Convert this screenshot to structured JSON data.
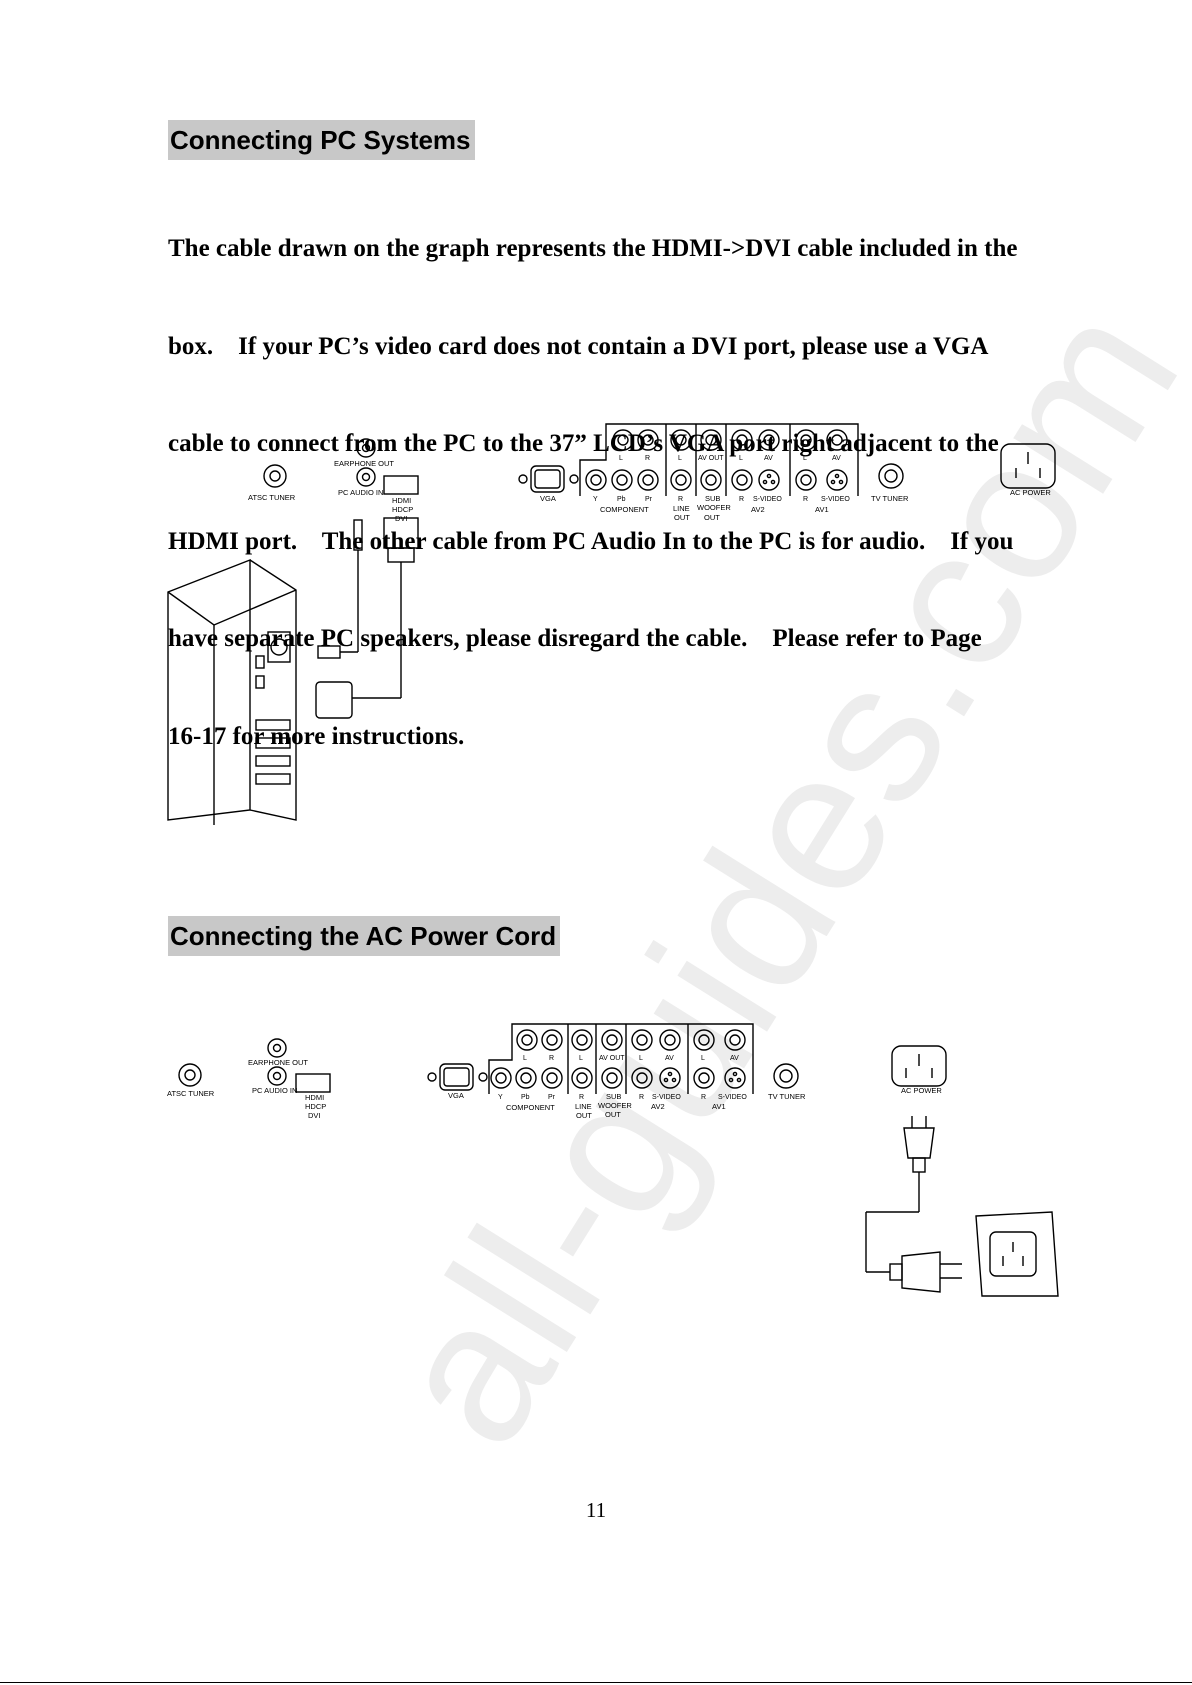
{
  "watermark": "all-guides.com",
  "section1": {
    "heading": "Connecting PC Systems",
    "paragraph_lines": [
      "The cable drawn on the graph represents the HDMI->DVI cable included in the",
      "box.    If your PC’s video card does not contain a DVI port, please use a VGA",
      "cable to connect from the PC to the 37” LCD’s VGA port right adjacent to the",
      "HDMI port.    The other cable from PC Audio In to the PC is for audio.    If you",
      "have separate PC speakers, please disregard the cable.    Please refer to Page",
      "16-17 for more instructions."
    ]
  },
  "section2": {
    "heading": "Connecting the AC Power Cord"
  },
  "panel_labels": {
    "atsc_tuner": "ATSC TUNER",
    "earphone_out": "EARPHONE OUT",
    "pc_audio_in": "PC AUDIO IN",
    "hdmi": "HDMI",
    "hdcp": "HDCP",
    "dvi": "DVI",
    "vga": "VGA",
    "component": "COMPONENT",
    "y": "Y",
    "pb": "Pb",
    "pr": "Pr",
    "l": "L",
    "r": "R",
    "line": "LINE",
    "out": "OUT",
    "av_out": "AV OUT",
    "sub": "SUB",
    "woofer": "WOOFER",
    "av": "AV",
    "s_video": "S-VIDEO",
    "av2": "AV2",
    "av1": "AV1",
    "tv_tuner": "TV TUNER",
    "ac_power": "AC POWER"
  },
  "page_number": "11"
}
